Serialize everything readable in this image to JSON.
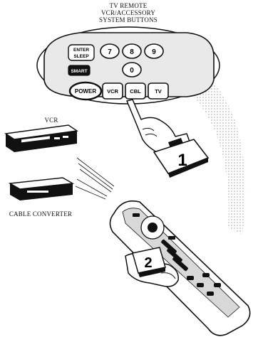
{
  "title_lines": [
    "TV REMOTE",
    "VCR/ACCESSORY",
    "SYSTEM BUTTONS"
  ],
  "devices": {
    "vcr_label": "VCR",
    "cable_label": "CABLE CONVERTER"
  },
  "panel_buttons": {
    "enter_sleep": [
      "ENTER",
      "SLEEP"
    ],
    "smart": "SMART",
    "num_7": "7",
    "num_8": "8",
    "num_9": "9",
    "num_0": "0",
    "power": "POWER",
    "vcr": "VCR",
    "cbl": "CBL",
    "tv": "TV"
  },
  "steps": {
    "step1": "1",
    "step2": "2"
  },
  "colors": {
    "ink": "#111111",
    "paper": "#ffffff",
    "panel": "#e9e9e9",
    "dots": "#9a9a9a"
  },
  "icons": {
    "pointing_hand": "pointing-hand-icon",
    "hand_holding_remote": "hand-holding-remote-icon"
  }
}
